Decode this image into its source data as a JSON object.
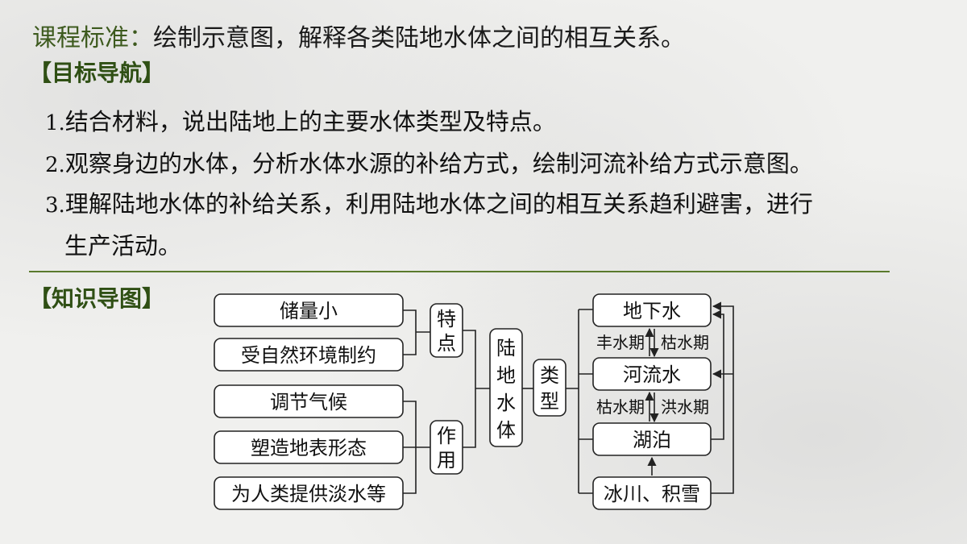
{
  "standard": {
    "label": "课程标准：",
    "text": "绘制示意图，解释各类陆地水体之间的相互关系。"
  },
  "goal_heading": "【目标导航】",
  "goals": [
    {
      "num": "1.",
      "text": "结合材料，说出陆地上的主要水体类型及特点。"
    },
    {
      "num": "2.",
      "text": "观察身边的水体，分析水体水源的补给方式，绘制河流补给方式示意图。"
    },
    {
      "num": "3.",
      "text": "理解陆地水体的补给关系，利用陆地水体之间的相互关系趋利避害，进行"
    }
  ],
  "goal3_cont": "生产活动。",
  "map_heading": "【知识导图】",
  "mindmap": {
    "features": [
      "储量小",
      "受自然环境制约"
    ],
    "features_label": [
      "特",
      "点"
    ],
    "functions": [
      "调节气候",
      "塑造地表形态",
      "为人类提供淡水等"
    ],
    "functions_label": [
      "作",
      "用"
    ],
    "center": [
      "陆",
      "地",
      "水",
      "体"
    ],
    "types_label": [
      "类",
      "型"
    ],
    "types": [
      "地下水",
      "河流水",
      "湖泊",
      "冰川、积雪"
    ],
    "flow_labels": {
      "gw_river_left": "丰水期",
      "gw_river_right": "枯水期",
      "river_lake_left": "枯水期",
      "river_lake_right": "洪水期"
    }
  }
}
